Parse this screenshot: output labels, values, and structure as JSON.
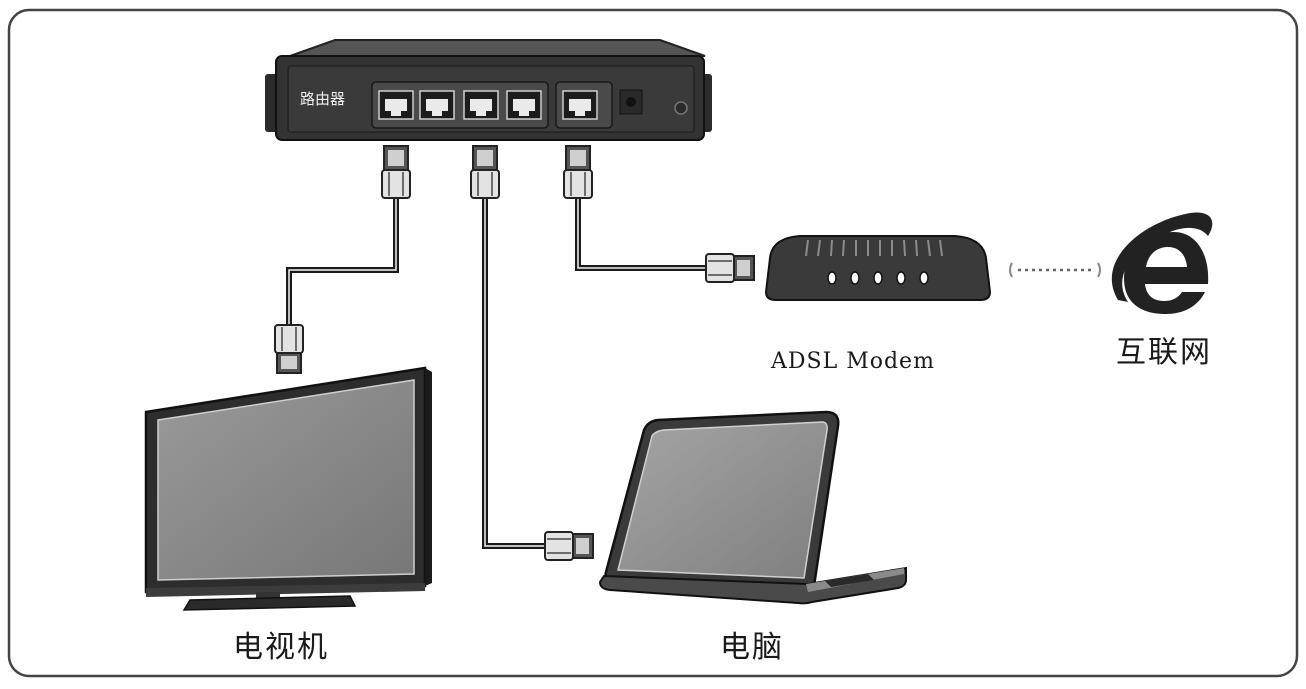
{
  "router": {
    "label": "路由器",
    "lan_ports": 4,
    "wan_ports": 1
  },
  "modem": {
    "label": "ADSL Modem",
    "indicator_lights": 5
  },
  "internet": {
    "label": "互联网",
    "icon": "internet-explorer-icon"
  },
  "tv": {
    "label": "电视机"
  },
  "computer": {
    "label": "电脑"
  },
  "colors": {
    "device_body": "#333333",
    "device_dark": "#1f1f1f",
    "screen": "#8a8a8a",
    "cable": "#2a2a2a",
    "connector": "#7a7a7a"
  }
}
